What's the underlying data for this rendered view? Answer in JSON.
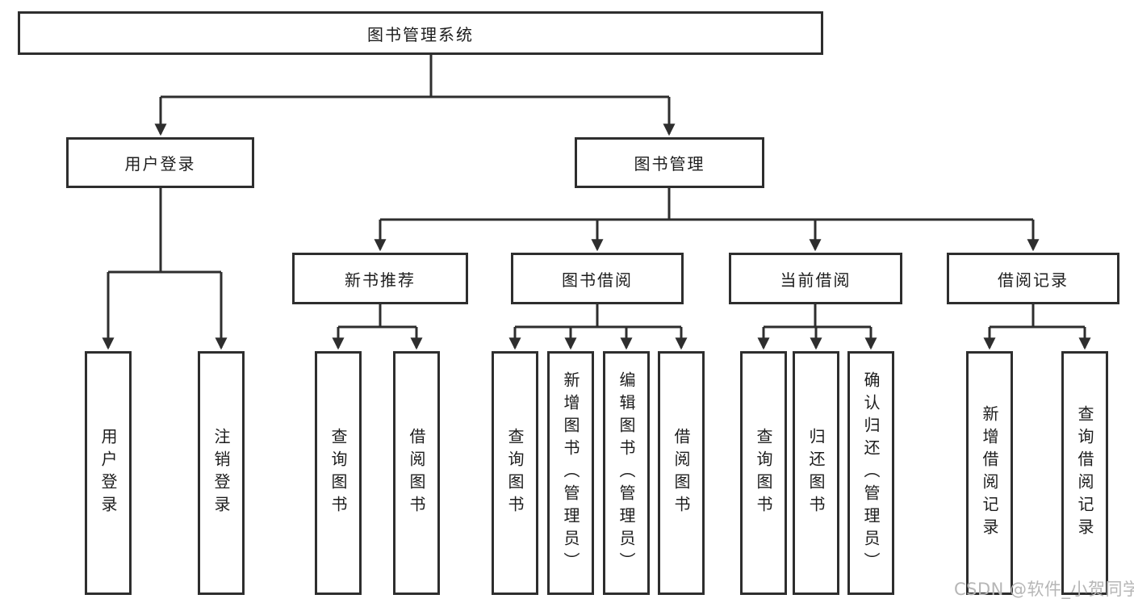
{
  "diagram": {
    "title": "图书管理系统",
    "branches": {
      "user_login": {
        "label": "用户登录",
        "children": [
          "用户登录",
          "注销登录"
        ]
      },
      "book_mgmt": {
        "label": "图书管理",
        "sections": {
          "new_book_rec": {
            "label": "新书推荐",
            "children": [
              "查询图书",
              "借阅图书"
            ]
          },
          "book_borrow": {
            "label": "图书借阅",
            "children": [
              "查询图书",
              "新增图书（管理员）",
              "编辑图书（管理员）",
              "借阅图书"
            ]
          },
          "current_borrow": {
            "label": "当前借阅",
            "children": [
              "查询图书",
              "归还图书",
              "确认归还（管理员）"
            ]
          },
          "borrow_record": {
            "label": "借阅记录",
            "children": [
              "新增借阅记录",
              "查询借阅记录"
            ]
          }
        }
      }
    },
    "colors": {
      "line": "#2e2e2e",
      "background": "#ffffff",
      "watermark": "#b6b6b6"
    }
  },
  "watermark": "CSDN @软件_小贺同学"
}
